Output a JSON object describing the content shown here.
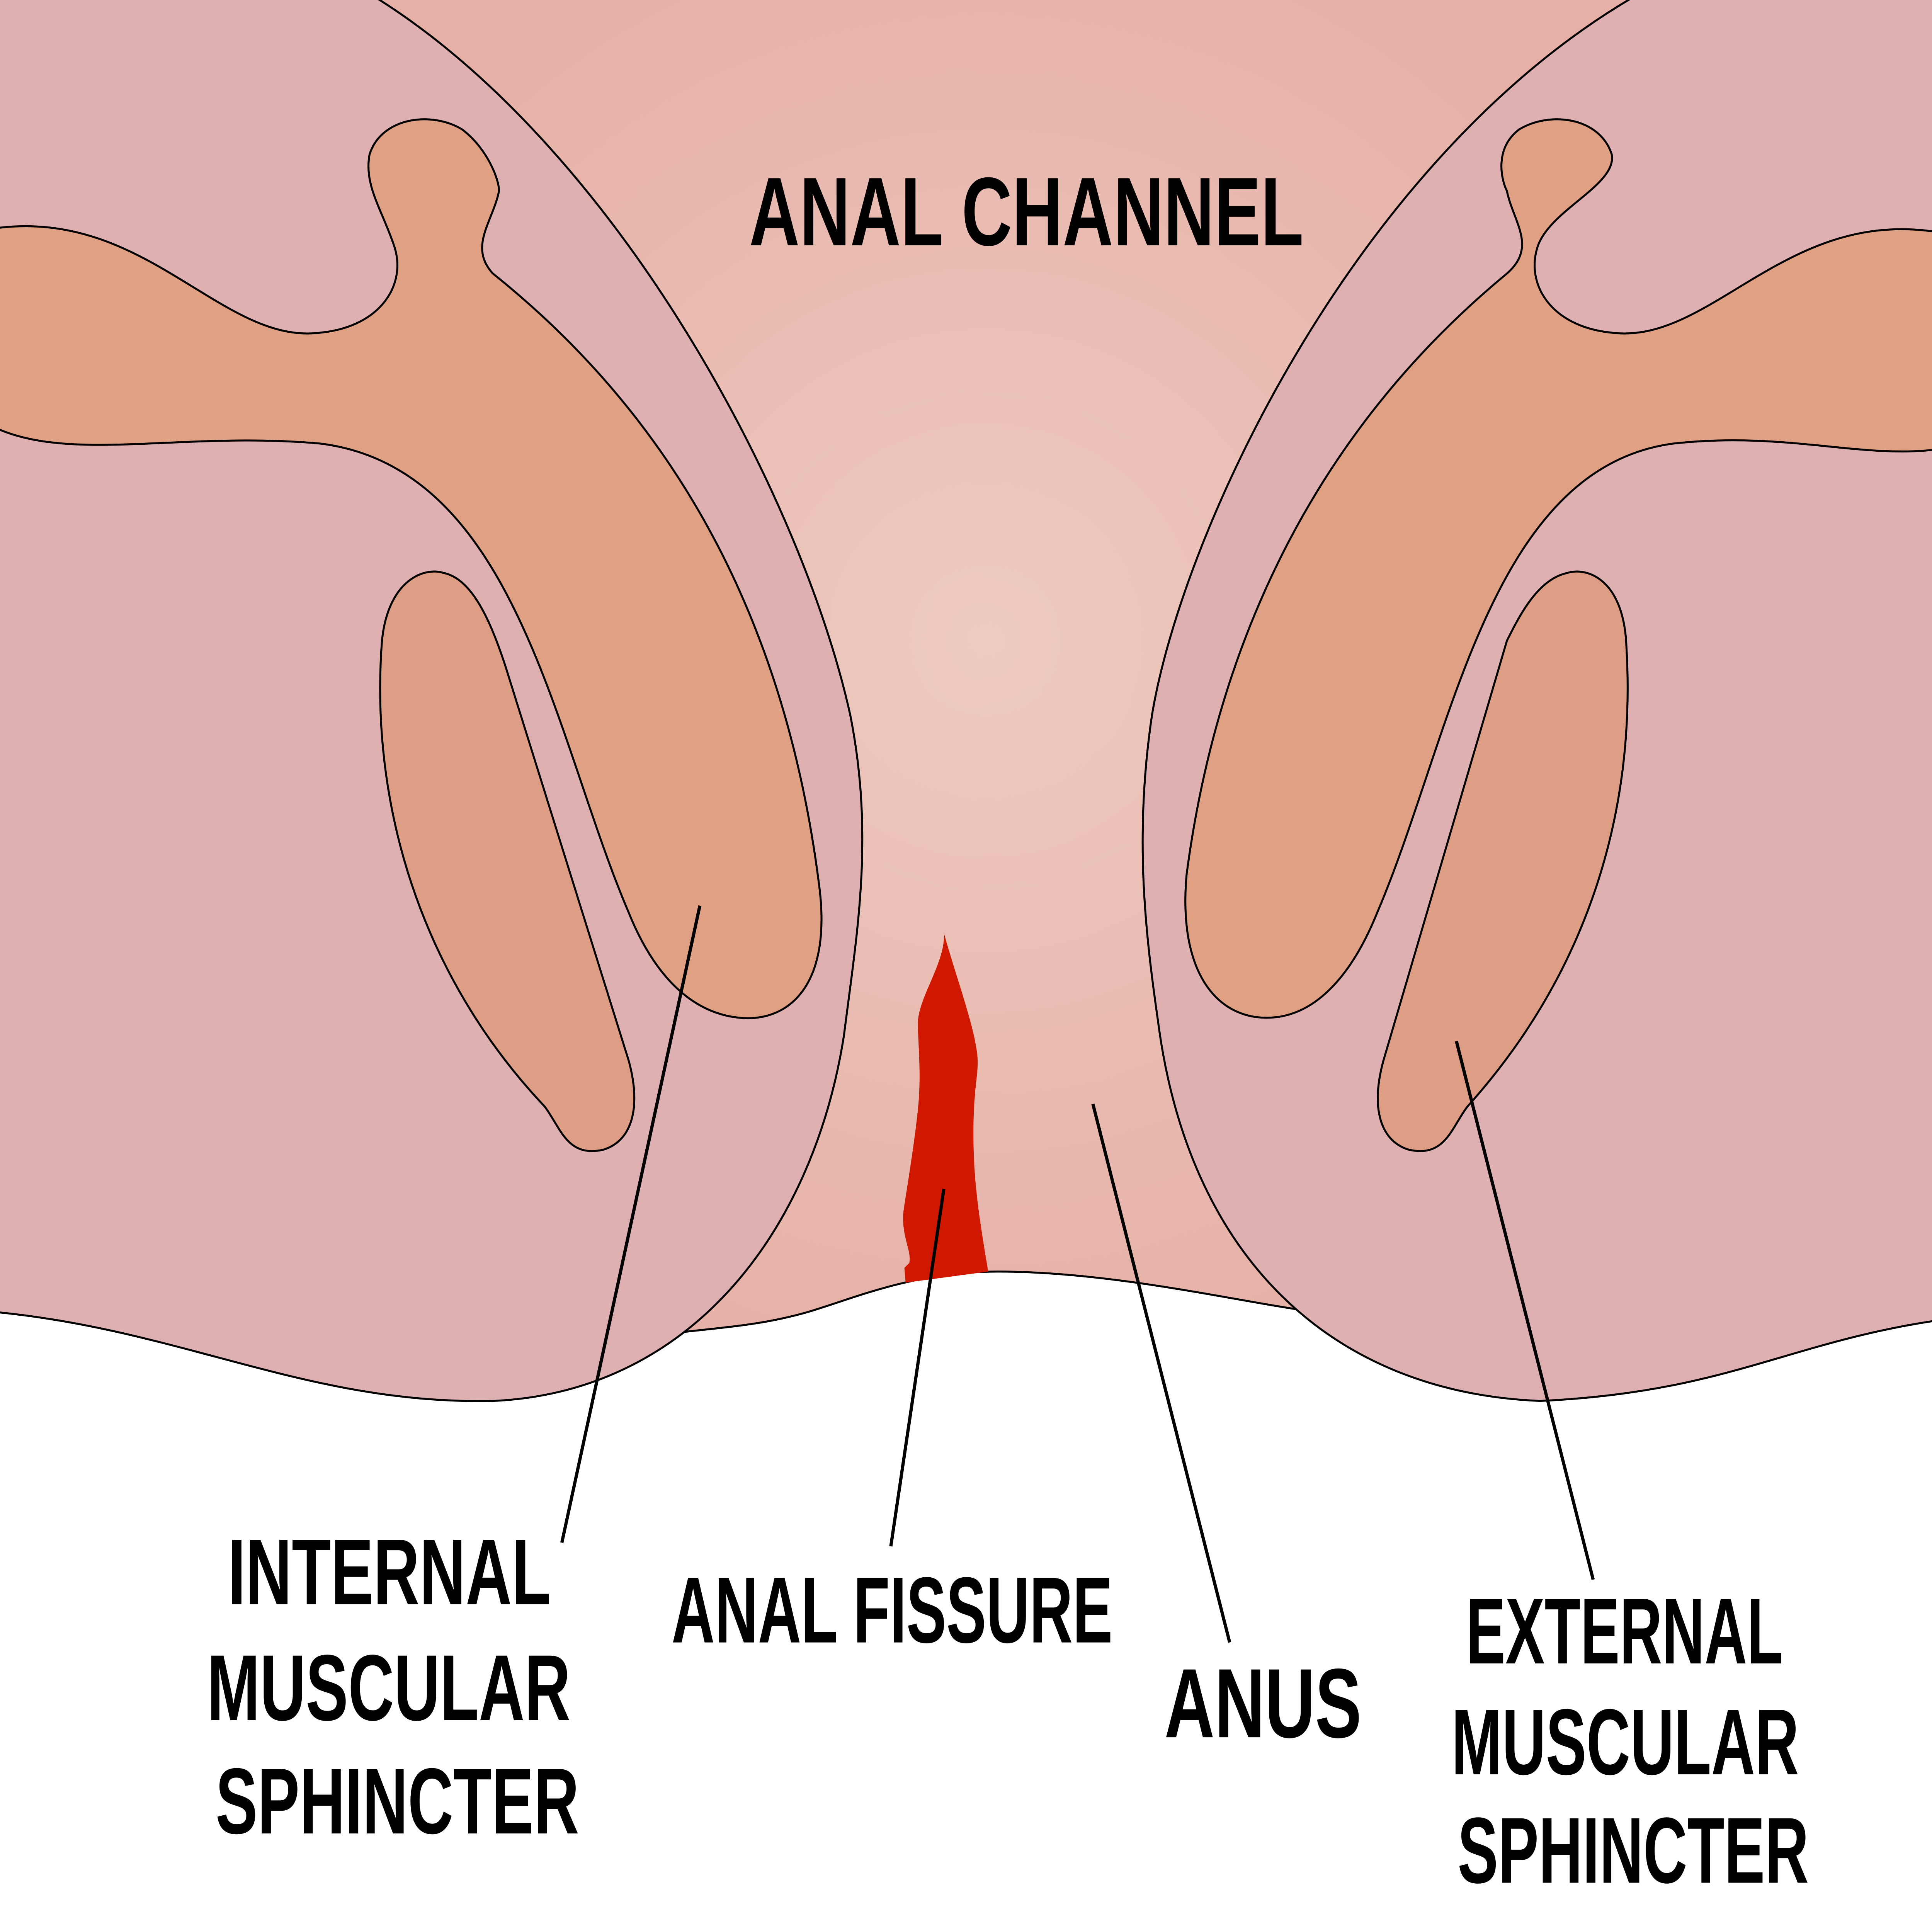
{
  "title": "ANAL CHANNEL",
  "labels": {
    "internal_sphincter": [
      "INTERNAL",
      "MUSCULAR",
      "SPHINCTER"
    ],
    "anal_fissure": "ANAL FISSURE",
    "anus": "ANUS",
    "external_sphincter": [
      "EXTERNAL",
      "MUSCULAR",
      "SPHINCTER"
    ]
  },
  "colors": {
    "channel_center": "#eecac0",
    "channel_edge": "#e6b0a6",
    "tissue": "#dfb0b1",
    "muscle_outer": "#e0a084",
    "muscle_inner": "#dd9e85",
    "fissure": "#d01800"
  }
}
